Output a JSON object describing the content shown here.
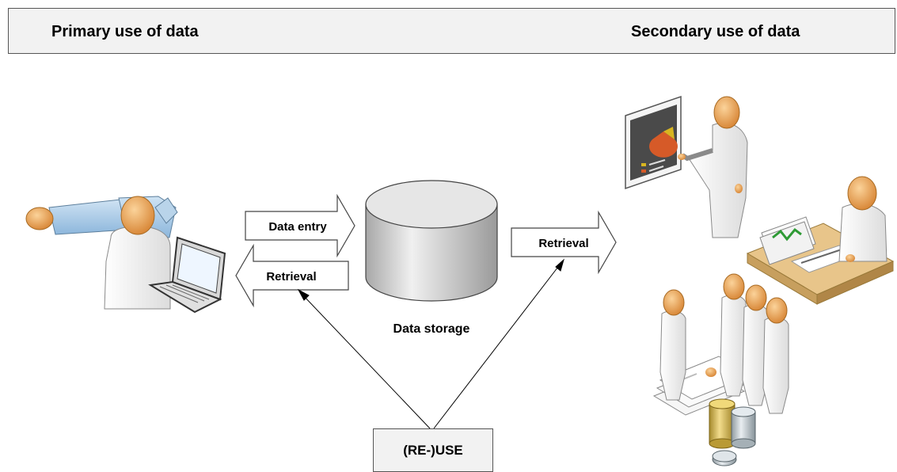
{
  "header": {
    "primary": "Primary use of data",
    "secondary": "Secondary use of data"
  },
  "arrows": {
    "data_entry": "Data entry",
    "retrieval_left": "Retrieval",
    "retrieval_right": "Retrieval"
  },
  "storage_label": "Data storage",
  "reuse_label": "(RE-)USE",
  "colors": {
    "skin": "#e8a04a",
    "patient": "#a9cbe6",
    "cylinder": "#c8c8c8",
    "pie": "#d65a28"
  },
  "icons": [
    "patient-icon",
    "clinician-icon",
    "laptop-icon",
    "database-icon",
    "presenter-icon",
    "desk-worker-icon",
    "group-icon",
    "coins-icon",
    "documents-icon"
  ]
}
